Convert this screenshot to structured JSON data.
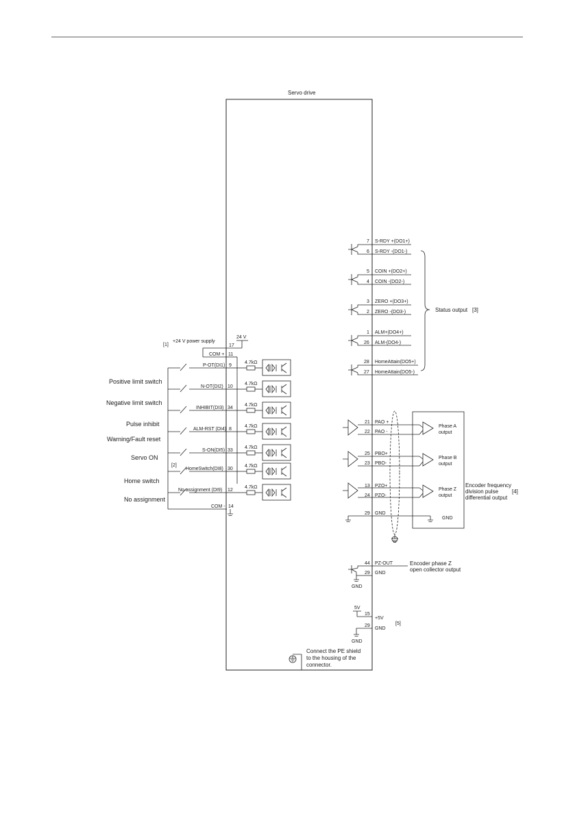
{
  "diagram": {
    "title": "Servo drive",
    "power": {
      "note_ref": "[1]",
      "label": "+24 V power supply",
      "voltage": "24 V",
      "pin": "17",
      "com_plus_label": "COM +",
      "com_plus_pin": "11",
      "com_minus_label": "COM -",
      "com_minus_pin": "14"
    },
    "note_ref_2": "[2]",
    "resistor": "4.7kΩ",
    "inputs": [
      {
        "signal": "P-OT(DI1)",
        "pin": "9",
        "function": "Positive limit switch"
      },
      {
        "signal": "N-OT(DI2)",
        "pin": "10",
        "function": "Negative limit switch"
      },
      {
        "signal": "INHIBIT(DI3)",
        "pin": "34",
        "function": "Pulse inhibit"
      },
      {
        "signal": "ALM-RST (DI4)",
        "pin": "8",
        "function": "Warning/Fault reset"
      },
      {
        "signal": "S-ON(DI5)",
        "pin": "33",
        "function": "Servo ON"
      },
      {
        "signal": "HomeSwitch(DI8)",
        "pin": "30",
        "function": "Home switch"
      },
      {
        "signal": "No assignment (DI9)",
        "pin": "12",
        "function": "No assignment"
      }
    ],
    "status_outputs": {
      "label": "Status output",
      "note_ref": "[3]",
      "pins": [
        {
          "pin": "7",
          "signal": "S-RDY +(DO1+)"
        },
        {
          "pin": "6",
          "signal": "S-RDY -(DO1-)"
        },
        {
          "pin": "5",
          "signal": "COIN +(DO2+)"
        },
        {
          "pin": "4",
          "signal": "COIN -(DO2-)"
        },
        {
          "pin": "3",
          "signal": "ZERO +(DO3+)"
        },
        {
          "pin": "2",
          "signal": "ZERO -(DO3-)"
        },
        {
          "pin": "1",
          "signal": "ALM+(DO4+)"
        },
        {
          "pin": "26",
          "signal": "ALM-(DO4-)"
        },
        {
          "pin": "28",
          "signal": "HomeAttain(DO5+)"
        },
        {
          "pin": "27",
          "signal": "HomeAttain(DO5-)"
        }
      ]
    },
    "encoder_diff": {
      "label_lines": [
        "Encoder frequency",
        "division pulse",
        "differential output"
      ],
      "note_ref": "[4]",
      "phases": [
        {
          "plus_pin": "21",
          "plus": "PAO +",
          "minus_pin": "22",
          "minus": "PAO -",
          "output": [
            "Phase A",
            "output"
          ]
        },
        {
          "plus_pin": "25",
          "plus": "PBO+",
          "minus_pin": "23",
          "minus": "PBO-",
          "output": [
            "Phase B",
            "output"
          ]
        },
        {
          "plus_pin": "13",
          "plus": "PZO+",
          "minus_pin": "24",
          "minus": "PZO-",
          "output": [
            "Phase Z",
            "output"
          ]
        }
      ],
      "gnd_pin": "29",
      "gnd": "GND",
      "gnd_right": "GND"
    },
    "encoder_oc": {
      "label_lines": [
        "Encoder phase Z",
        "open collector output"
      ],
      "pz_pin": "44",
      "pz": "PZ-OUT",
      "gnd_pin": "29",
      "gnd": "GND",
      "gnd_below": "GND"
    },
    "supply_5v": {
      "voltage": "5V",
      "pin": "15",
      "signal": "+5V",
      "note_ref": "[5]",
      "gnd_pin": "29",
      "gnd": "GND",
      "gnd_below": "GND"
    },
    "shield_note": [
      "Connect the PE shield",
      "to the housing of the",
      "connector."
    ]
  }
}
